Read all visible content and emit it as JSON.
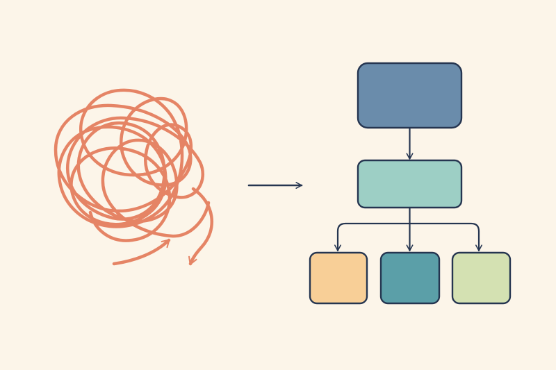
{
  "background_color": "#FCF5E9",
  "stroke_color": "#253550",
  "tangle": {
    "icon": "tangled-line-icon",
    "color": "#E58465"
  },
  "transition_arrow": {
    "icon": "arrow-right-icon"
  },
  "hierarchy": {
    "root": {
      "fill": "#6A8CAB"
    },
    "middle": {
      "fill": "#9DCFC5"
    },
    "children": [
      {
        "name": "child-box-left",
        "fill": "#F8CF97"
      },
      {
        "name": "child-box-center",
        "fill": "#5B9FA8"
      },
      {
        "name": "child-box-right",
        "fill": "#D4E1B2"
      }
    ]
  }
}
